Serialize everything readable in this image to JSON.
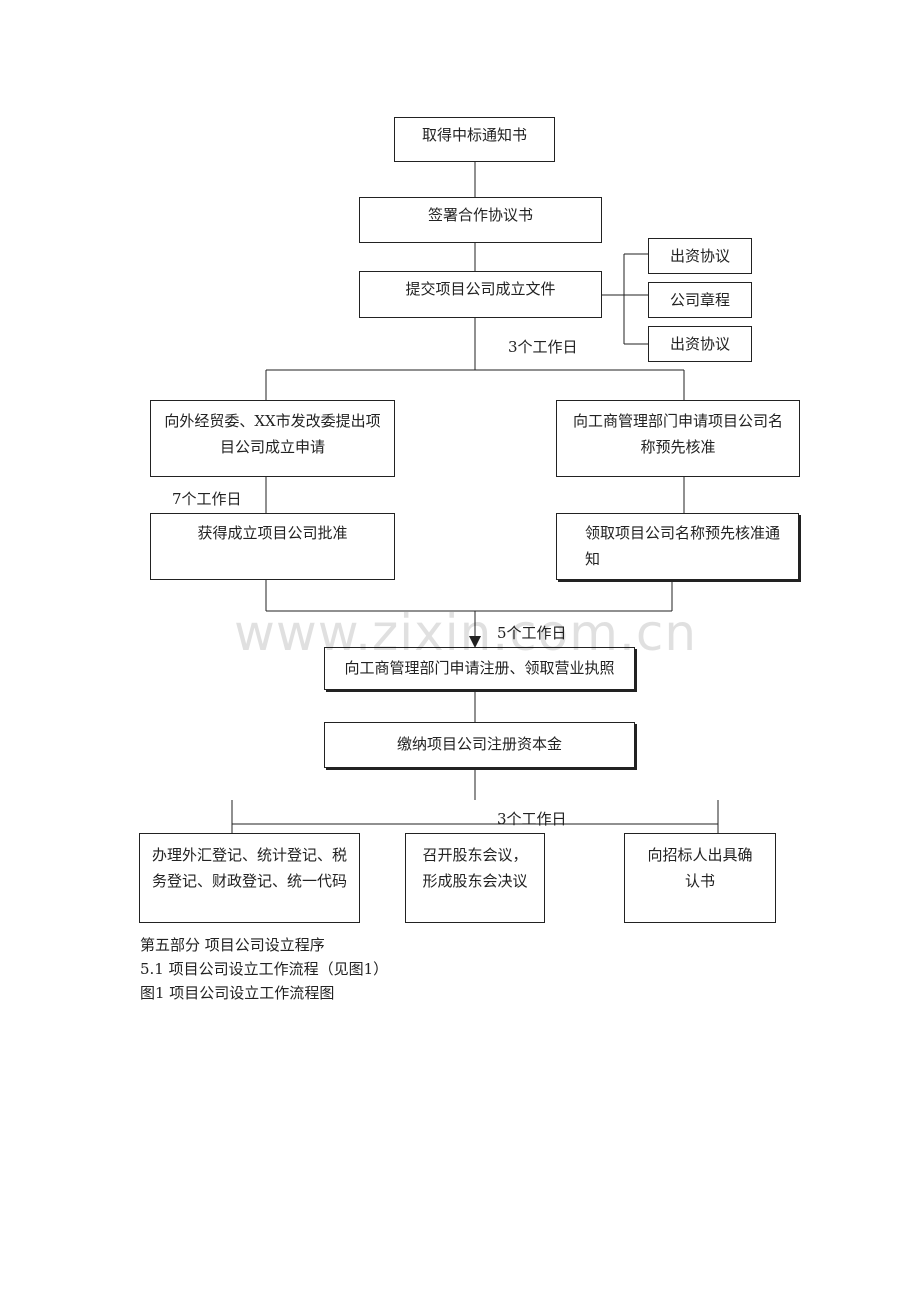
{
  "flow": {
    "step1": "取得中标通知书",
    "step2": "签署合作协议书",
    "step3": "提交项目公司成立文件",
    "docs": [
      "出资协议",
      "公司章程",
      "出资协议"
    ],
    "left_apply": "向外经贸委、XX市发改委提出项目公司成立申请",
    "right_apply": "向工商管理部门申请项目公司名称预先核准",
    "left_approve": "获得成立项目公司批准",
    "right_approve": "领取项目公司名称预先核准通知",
    "register": "向工商管理部门申请注册、领取营业执照",
    "capital": "缴纳项目公司注册资本金",
    "final": [
      "办理外汇登记、统计登记、税务登记、财政登记、统一代码",
      "召开股东会议，形成股东会决议",
      "向招标人出具确认书"
    ],
    "labels": {
      "three_days_a": "3个工作日",
      "seven_days": "7个工作日",
      "five_days": "5个工作日",
      "three_days_b": "3个工作日"
    }
  },
  "captions": {
    "part": "第五部分  项目公司设立程序",
    "section": "5.1  项目公司设立工作流程（见图1）",
    "figure": "图1  项目公司设立工作流程图"
  },
  "watermark": "www.zixin.com.cn"
}
